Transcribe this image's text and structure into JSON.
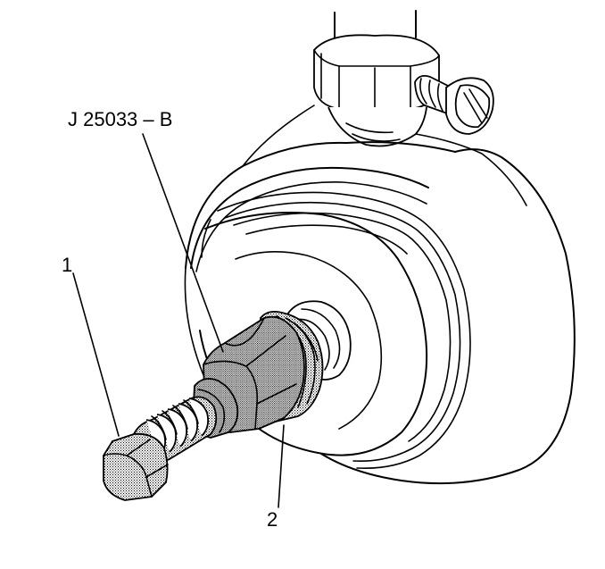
{
  "labels": {
    "tool": "J 25033 – B",
    "item1": "1",
    "item2": "2"
  },
  "colors": {
    "line": "#000000",
    "background": "#ffffff",
    "stipple": "#000000"
  }
}
